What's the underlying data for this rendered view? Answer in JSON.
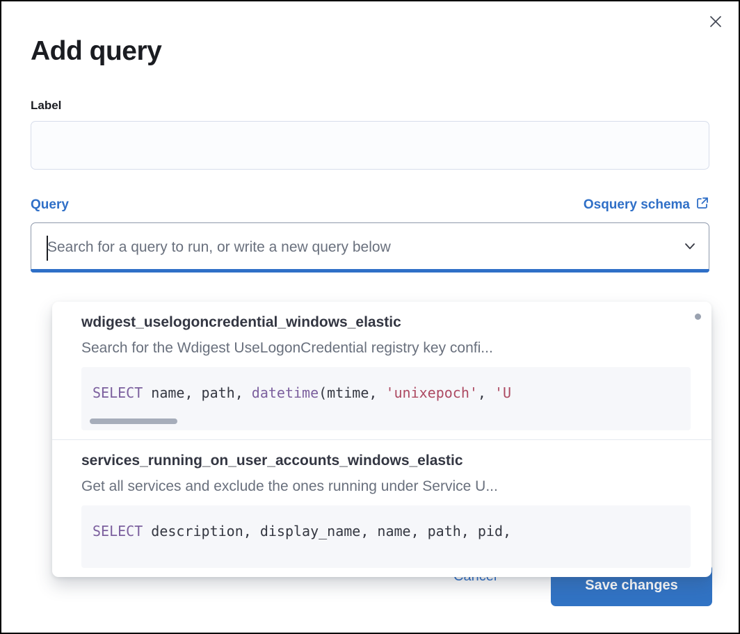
{
  "modal": {
    "title": "Add query"
  },
  "form": {
    "label_field": {
      "label": "Label",
      "value": "",
      "placeholder": ""
    },
    "query_field": {
      "label": "Query",
      "schema_link_label": "Osquery schema",
      "search_placeholder": "Search for a query to run, or write a new query below"
    }
  },
  "dropdown": {
    "options": [
      {
        "title": "wdigest_uselogoncredential_windows_elastic",
        "description": "Search for the Wdigest UseLogonCredential registry key confi...",
        "code": [
          {
            "t": "SELECT",
            "c": "kw"
          },
          {
            "t": " name, path, ",
            "c": "pl"
          },
          {
            "t": "datetime",
            "c": "kw"
          },
          {
            "t": "(mtime, ",
            "c": "pl"
          },
          {
            "t": "'unixepoch'",
            "c": "str"
          },
          {
            "t": ", ",
            "c": "pl"
          },
          {
            "t": "'U",
            "c": "str"
          }
        ]
      },
      {
        "title": "services_running_on_user_accounts_windows_elastic",
        "description": "Get all services and exclude the ones running under Service U...",
        "code": [
          {
            "t": "SELECT",
            "c": "kw"
          },
          {
            "t": " description, display_name, name, path, pid,",
            "c": "pl"
          }
        ]
      }
    ]
  },
  "footer": {
    "cancel_label": "Cancel",
    "save_label": "Save changes"
  },
  "colors": {
    "accent_blue": "#2f6fc7",
    "save_button_blue": "#3173c4",
    "code_keyword": "#7c609e",
    "code_string": "#ad4a62",
    "code_text": "#343741",
    "code_background": "#f6f7fa",
    "text_primary": "#1a1c21",
    "text_muted": "#69707d"
  }
}
